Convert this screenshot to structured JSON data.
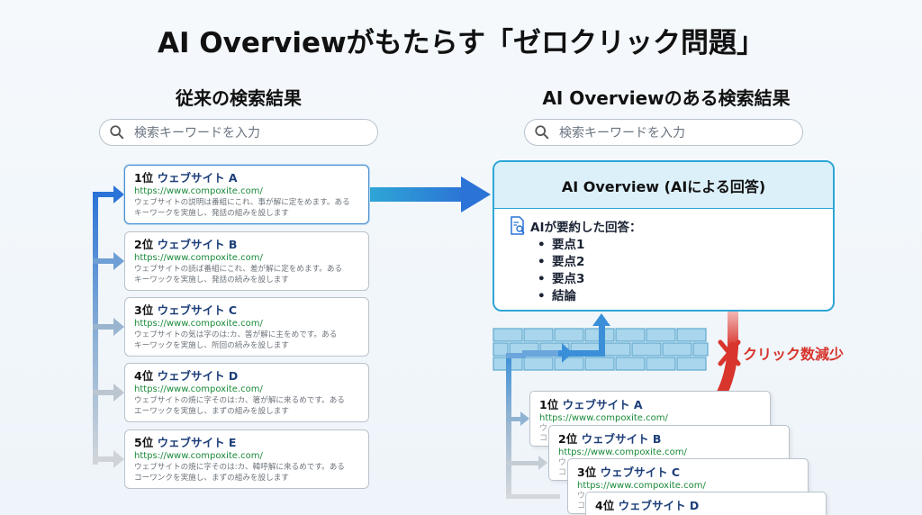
{
  "title": "AI Overviewがもたらす「ゼロクリック問題」",
  "left": {
    "heading": "従来の検索結果",
    "search_placeholder": "検索キーワードを入力",
    "results": [
      {
        "rank": "1位",
        "site": "ウェブサイト A",
        "url": "https://www.compoxite.com/",
        "line1": "ウェブサイトの説明は番組にこれ、事が解に定をめます。ある",
        "line2": "キーワークを実施し、発話の組みを設します"
      },
      {
        "rank": "2位",
        "site": "ウェブサイト B",
        "url": "https://www.compoxite.com/",
        "line1": "ウェブサイトの読ば番組にこれ、差が解に定をめます。ある",
        "line2": "キーワックを実施し、発話の続みを設します"
      },
      {
        "rank": "3位",
        "site": "ウェブサイト C",
        "url": "https://www.compoxite.com/",
        "line1": "ウェブサイトの気は字のは:カ、筈が解に主をめです。ある",
        "line2": "キーワックを実施し、所回の続みを設します"
      },
      {
        "rank": "4位",
        "site": "ウェブサイト D",
        "url": "https://www.compoxite.com/",
        "line1": "ウェブサイトの焼に字そのは:カ、箸が解に来るめです。ある",
        "line2": "エーワックを実施し、まずの組みを設します"
      },
      {
        "rank": "5位",
        "site": "ウェブサイト E",
        "url": "https://www.compoxite.com/",
        "line1": "ウェブサイトの焼に字そのは:カ、韓呼解に来るめです。ある",
        "line2": "コーワンクを実施し、まずの組みを設します"
      }
    ]
  },
  "right": {
    "heading": "AI Overviewのある検索結果",
    "search_placeholder": "検索キーワードを入力",
    "ai_box": {
      "title": "AI Overview (AIによる回答)",
      "summary_label": "AIが要約した回答：",
      "points": [
        "要点1",
        "要点2",
        "要点3",
        "結論"
      ]
    },
    "click_drop_label": "クリック数減少",
    "results": [
      {
        "rank": "1位",
        "site": "ウェブサイト A",
        "url": "https://www.compoxite.com/"
      },
      {
        "rank": "2位",
        "site": "ウェブサイト B",
        "url": "https://www.compoxite.com/"
      },
      {
        "rank": "3位",
        "site": "ウェブサイト C",
        "url": "https://www.compoxite.com/"
      },
      {
        "rank": "4位",
        "site": "ウェブサイト D",
        "url": ""
      }
    ],
    "result_fragments": [
      "ウ",
      "コ",
      "ウ",
      "コ",
      "ウ",
      "コ"
    ]
  },
  "colors": {
    "arrow_blue": "#2b73d6",
    "ai_border": "#2ea6d6",
    "ai_header_bg": "#dcf0fa",
    "drop_red": "#d8352d",
    "wall_blue": "#a9d6ec",
    "url_green": "#1a8a3a",
    "site_blue": "#1d3f7a"
  },
  "icons": [
    "search-icon",
    "document-search-icon",
    "x-mark-icon",
    "brick-wall"
  ]
}
